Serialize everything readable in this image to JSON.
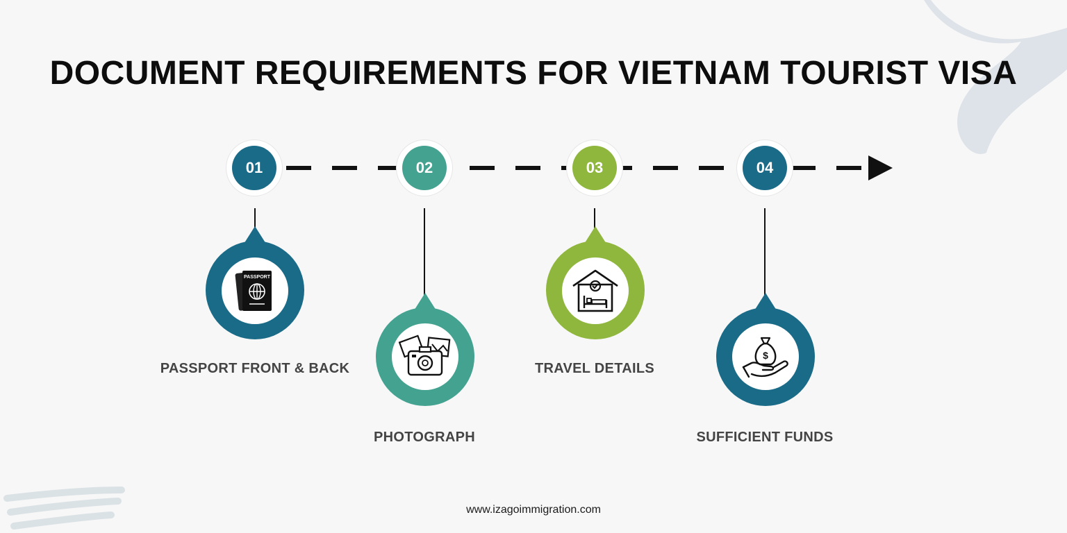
{
  "title": "DOCUMENT REQUIREMENTS FOR VIETNAM TOURIST VISA",
  "steps": [
    {
      "number": "01",
      "label": "PASSPORT FRONT & BACK",
      "color": "#1a6b88",
      "icon": "passport-icon"
    },
    {
      "number": "02",
      "label": "PHOTOGRAPH",
      "color": "#44a291",
      "icon": "camera-photo-icon"
    },
    {
      "number": "03",
      "label": "TRAVEL DETAILS",
      "color": "#8fb63d",
      "icon": "hotel-bed-icon"
    },
    {
      "number": "04",
      "label": "SUFFICIENT FUNDS",
      "color": "#1a6b88",
      "icon": "money-bag-hand-icon"
    }
  ],
  "passport_icon_text": "PASSPORT",
  "website": "www.izagoimmigration.com"
}
